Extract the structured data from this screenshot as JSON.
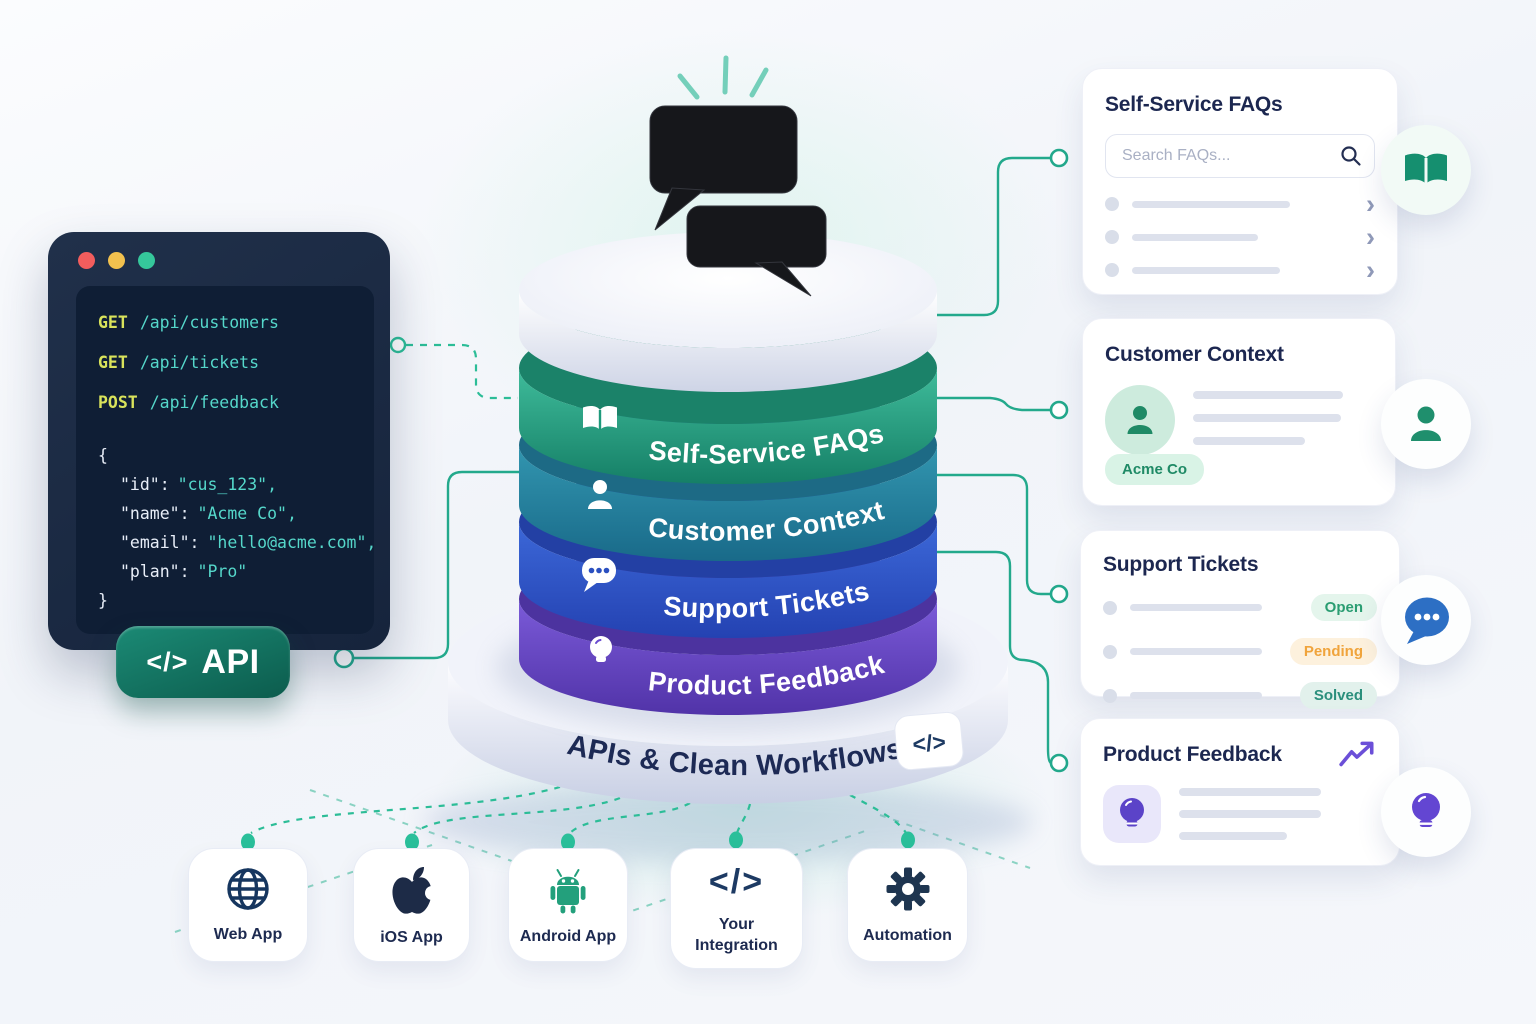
{
  "stack": {
    "layers": [
      {
        "label": "Self-Service FAQs",
        "icon": "book-icon",
        "color": "#1f9d7e"
      },
      {
        "label": "Customer Context",
        "icon": "person-icon",
        "color": "#217e9b"
      },
      {
        "label": "Support Tickets",
        "icon": "chat-icon",
        "color": "#2a52c4"
      },
      {
        "label": "Product Feedback",
        "icon": "bulb-icon",
        "color": "#5d3fc2"
      }
    ],
    "base": {
      "label": "APIs & Clean Workflows",
      "icon": "code-icon"
    }
  },
  "code_window": {
    "requests": [
      {
        "method": "GET",
        "path": "/api/customers"
      },
      {
        "method": "GET",
        "path": "/api/tickets"
      },
      {
        "method": "POST",
        "path": "/api/feedback"
      }
    ],
    "json_open": "{",
    "fields": [
      {
        "key": "\"id\":",
        "value": "\"cus_123\","
      },
      {
        "key": "\"name\":",
        "value": "\"Acme Co\","
      },
      {
        "key": "\"email\":",
        "value": "\"hello@acme.com\","
      },
      {
        "key": "\"plan\":",
        "value": "\"Pro\""
      }
    ],
    "json_close": "}",
    "badge": {
      "label": "API",
      "icon": "code-icon"
    }
  },
  "cards": {
    "faqs": {
      "title": "Self-Service FAQs",
      "search_placeholder": "Search FAQs...",
      "icon": "book-icon"
    },
    "customer": {
      "title": "Customer Context",
      "chip": "Acme Co",
      "icon": "person-icon"
    },
    "tickets": {
      "title": "Support Tickets",
      "icon": "chat-icon",
      "statuses": [
        "Open",
        "Pending",
        "Solved"
      ]
    },
    "feedback": {
      "title": "Product Feedback",
      "icon": "bulb-icon"
    }
  },
  "apps": [
    {
      "label": "Web App",
      "icon": "globe-icon"
    },
    {
      "label": "iOS App",
      "icon": "apple-icon"
    },
    {
      "label": "Android App",
      "icon": "android-icon"
    },
    {
      "label": "Your Integration",
      "icon": "code-icon"
    },
    {
      "label": "Automation",
      "icon": "gear-icon"
    }
  ],
  "glyphs": {
    "code": "</>",
    "chevron": "›"
  },
  "colors": {
    "accent_teal": "#23a98c",
    "navy_text": "#1c2750",
    "status_open": "#2a9d72",
    "status_pending": "#f0a43c",
    "status_solved": "#2b8f7c",
    "code_keyword": "#d9e35b",
    "code_value": "#55d7ca",
    "purple": "#5d3fc2",
    "blue": "#2a52c4"
  }
}
